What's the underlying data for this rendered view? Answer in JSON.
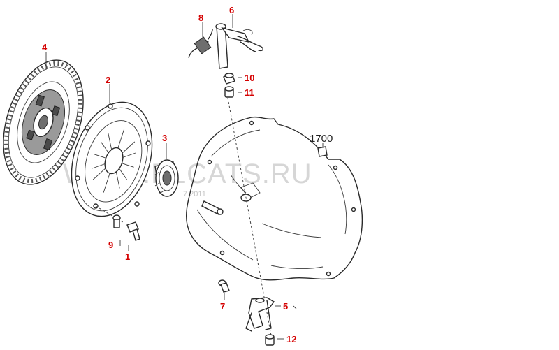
{
  "diagram": {
    "reference_label": "1700",
    "watermark": "WWW.ELCATS.RU",
    "watermark_date": "7.2011",
    "callouts": [
      {
        "id": "1",
        "label": "1"
      },
      {
        "id": "2",
        "label": "2"
      },
      {
        "id": "3",
        "label": "3"
      },
      {
        "id": "4",
        "label": "4"
      },
      {
        "id": "5",
        "label": "5"
      },
      {
        "id": "6",
        "label": "6"
      },
      {
        "id": "7",
        "label": "7"
      },
      {
        "id": "8",
        "label": "8"
      },
      {
        "id": "9",
        "label": "9"
      },
      {
        "id": "10",
        "label": "10"
      },
      {
        "id": "11",
        "label": "11"
      },
      {
        "id": "12",
        "label": "12"
      }
    ],
    "colors": {
      "callout": "#d40000",
      "line": "#2a2a2a",
      "watermark": "#8a8a8a"
    }
  }
}
